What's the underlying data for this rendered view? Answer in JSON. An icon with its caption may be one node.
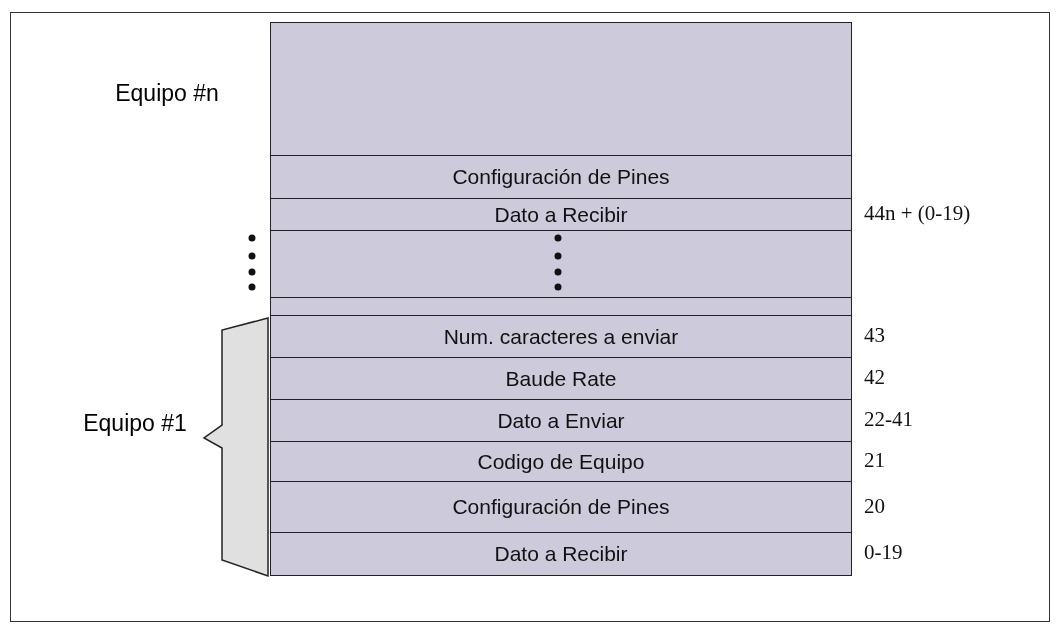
{
  "diagram": {
    "nodes": [
      {
        "text": [],
        "shape": "box"
      },
      {
        "text": [
          "Configuración de Pines"
        ]
      },
      {
        "text": [
          "Dato a Recibir"
        ],
        "beside": [
          "44n + (0-19)"
        ]
      },
      {
        "text": [],
        "shape": "box"
      },
      {
        "text": [],
        "shape": "box"
      },
      {
        "text": [
          "Num. caracteres a enviar"
        ],
        "beside": [
          "43"
        ]
      },
      {
        "text": [
          "Baude Rate"
        ],
        "beside": [
          "42"
        ]
      },
      {
        "text": [
          "Dato a Enviar"
        ],
        "beside": [
          "22-41"
        ]
      },
      {
        "text": [
          "Codigo de Equipo"
        ],
        "beside": [
          "21"
        ]
      },
      {
        "text": [
          "Configuración de Pines"
        ],
        "beside": [
          "20"
        ]
      },
      {
        "text": [
          "Dato a Recibir"
        ],
        "beside": [
          "0-19"
        ]
      },
      {
        "text": [
          "Equipo #1"
        ]
      }
    ],
    "edges": [],
    "labels": [
      "Equipo #n"
    ]
  }
}
